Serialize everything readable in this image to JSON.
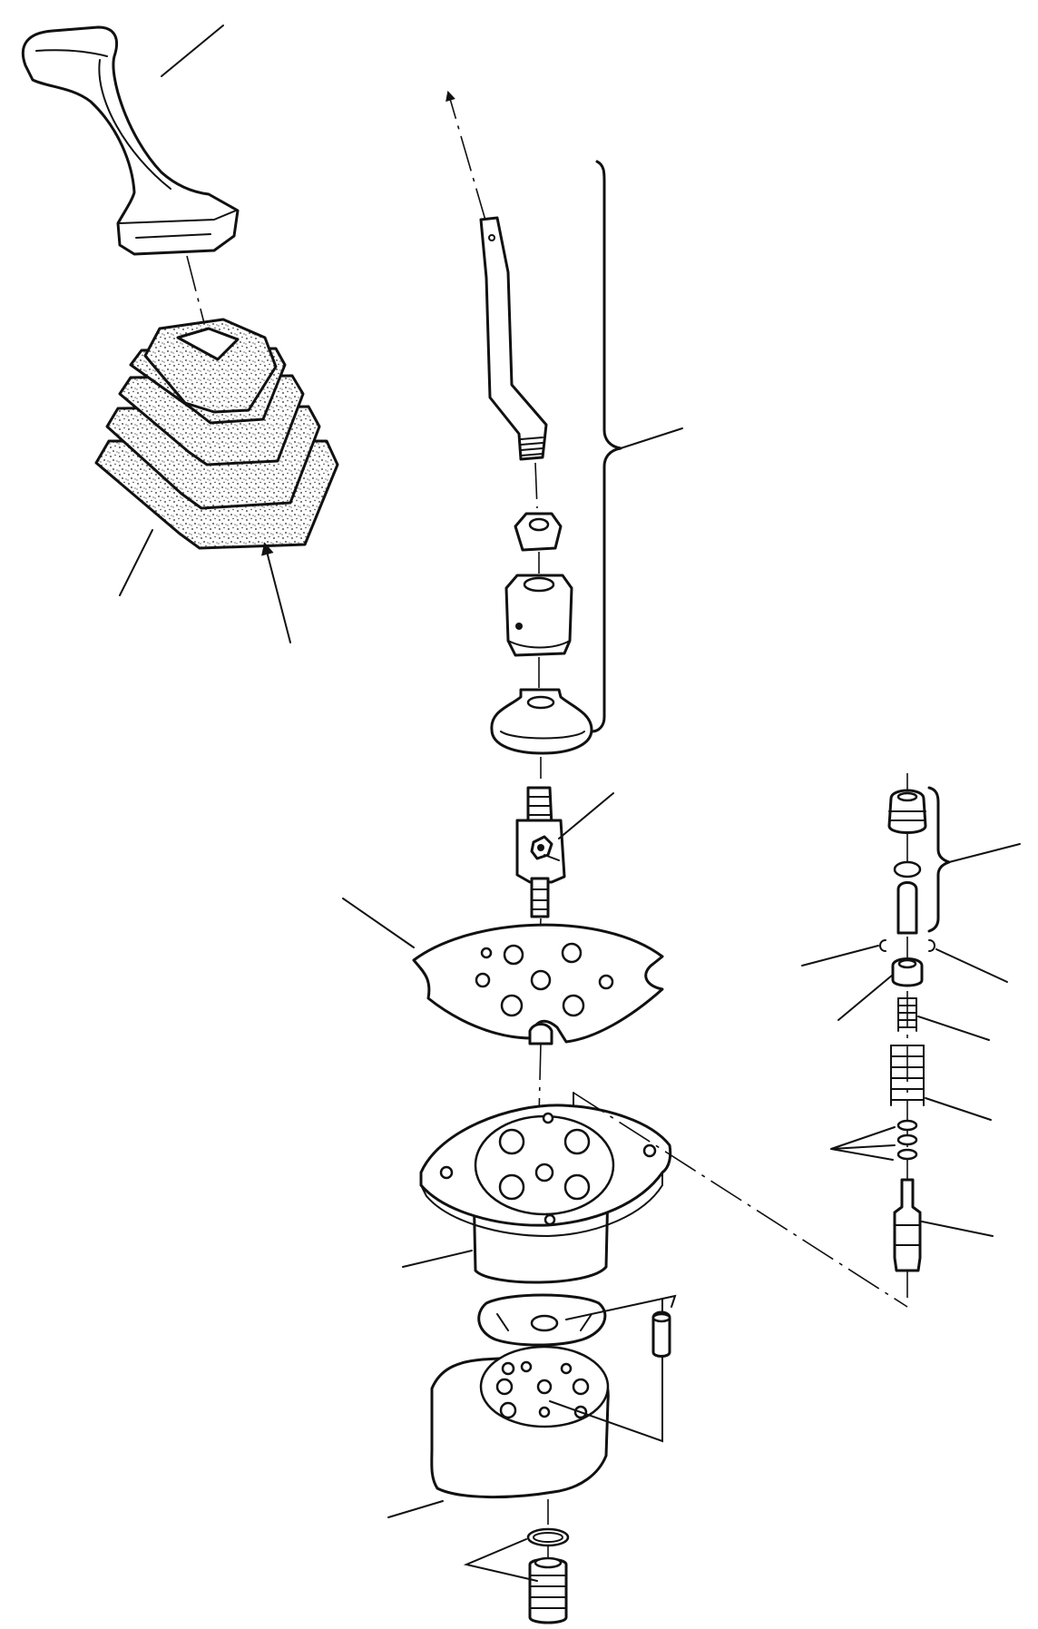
{
  "diagram": {
    "components": [
      "joystick-grip",
      "rubber-boot",
      "lever-assembly",
      "universal-joint",
      "plate",
      "valve-body",
      "seal",
      "housing",
      "plug",
      "pin",
      "piston-assembly"
    ]
  }
}
